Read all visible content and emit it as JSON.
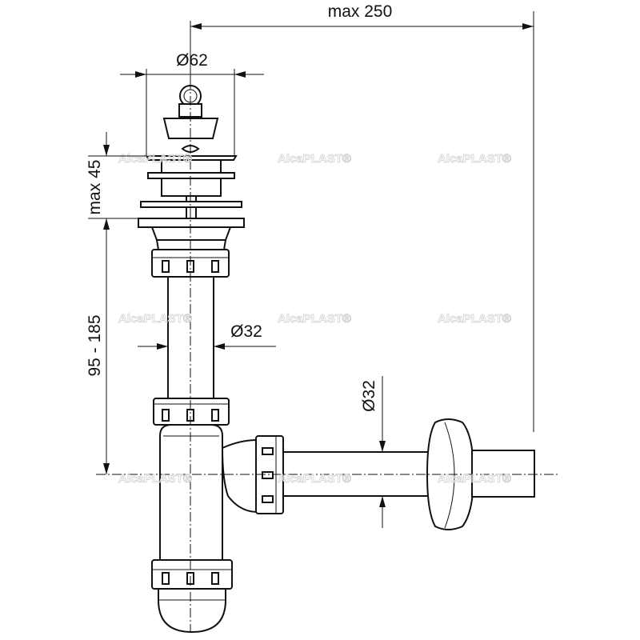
{
  "dimensions": {
    "max_width": "max 250",
    "flange_diameter": "Ø62",
    "max_height_top": "max 45",
    "height_range": "95 - 185",
    "vertical_pipe_diameter": "Ø32",
    "outlet_pipe_diameter": "Ø32"
  },
  "watermark": "AlcaPLAST®",
  "colors": {
    "line": "#111111",
    "watermark": "#d8d8d8"
  }
}
